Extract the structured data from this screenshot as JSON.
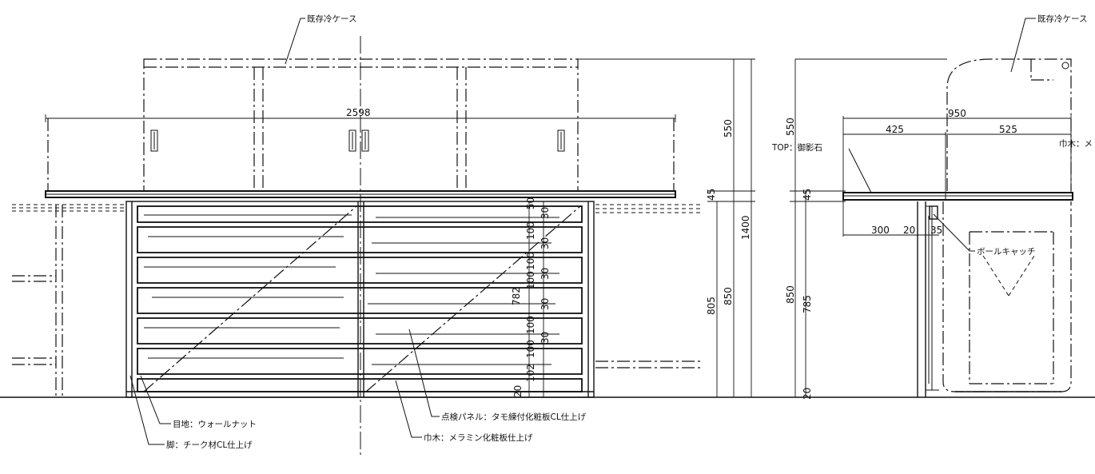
{
  "front": {
    "case_label": "既存冷ケース",
    "width_dim": "2598",
    "dim_550": "550",
    "dim_45": "45",
    "dim_1400": "1400",
    "dim_850": "850",
    "dim_805": "805",
    "board_dims": [
      "50",
      "100",
      "30",
      "100",
      "30",
      "100",
      "30",
      "100",
      "30",
      "100",
      "30",
      "102",
      "20"
    ],
    "board_dim_782": "782",
    "callouts": {
      "joint": "目地：ウォールナット",
      "leg": "脚：チーク材CL仕上げ",
      "panel": "点検パネル：タモ練付化粧板CL仕上げ",
      "baseboard": "巾木：メラミン化粧板仕上げ"
    }
  },
  "side": {
    "case_label": "既存冷ケース",
    "dim_550": "550",
    "dim_950": "950",
    "dim_425": "425",
    "dim_525": "525",
    "top_label": "TOP：御影石",
    "baseboard_label": "巾木：メ",
    "dim_45": "45",
    "dim_300": "300",
    "dim_20": "20",
    "dim_35": "35",
    "ball_catch": "ボールキャッチ",
    "dim_850": "850",
    "dim_785": "785",
    "dim_bottom_20": "20"
  }
}
